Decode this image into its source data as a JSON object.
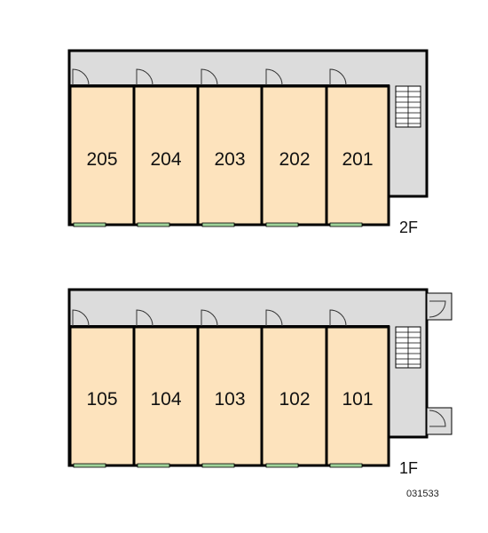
{
  "floors": [
    {
      "label": "2F",
      "rooms": [
        "205",
        "204",
        "203",
        "202",
        "201"
      ]
    },
    {
      "label": "1F",
      "rooms": [
        "105",
        "104",
        "103",
        "102",
        "101"
      ]
    }
  ],
  "reference_code": "031533",
  "colors": {
    "room_fill": "#fde3bd",
    "corridor_fill": "#dcdcdc",
    "wall": "#000000",
    "window": "#9fd39a"
  },
  "icons": [
    "door-swing-icon",
    "staircase-icon"
  ]
}
